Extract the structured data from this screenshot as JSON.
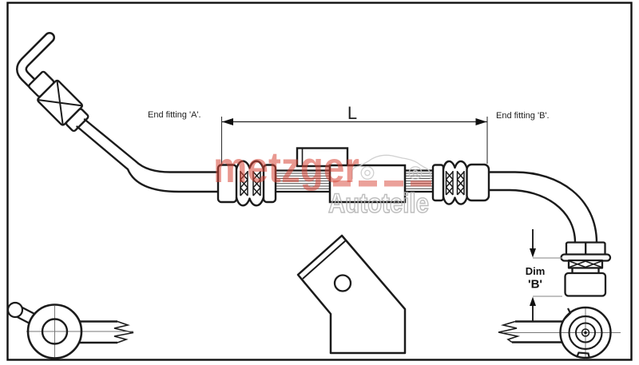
{
  "labels": {
    "end_fitting_a": "End fitting 'A'.",
    "end_fitting_b": "End fitting 'B'.",
    "length_dim": "L",
    "dim_b_line1": "Dim",
    "dim_b_line2": "'B'"
  },
  "watermark": {
    "brand": "metzger",
    "tagline": "Autoteile",
    "brand_color": "#d84638",
    "brand_outline": "#c0392b",
    "tagline_color": "#b3b3b3"
  },
  "colors": {
    "line": "#1b1b1b",
    "background": "#ffffff",
    "centerline_gray": "#777777",
    "annotation_gray": "#9c9c9c"
  }
}
